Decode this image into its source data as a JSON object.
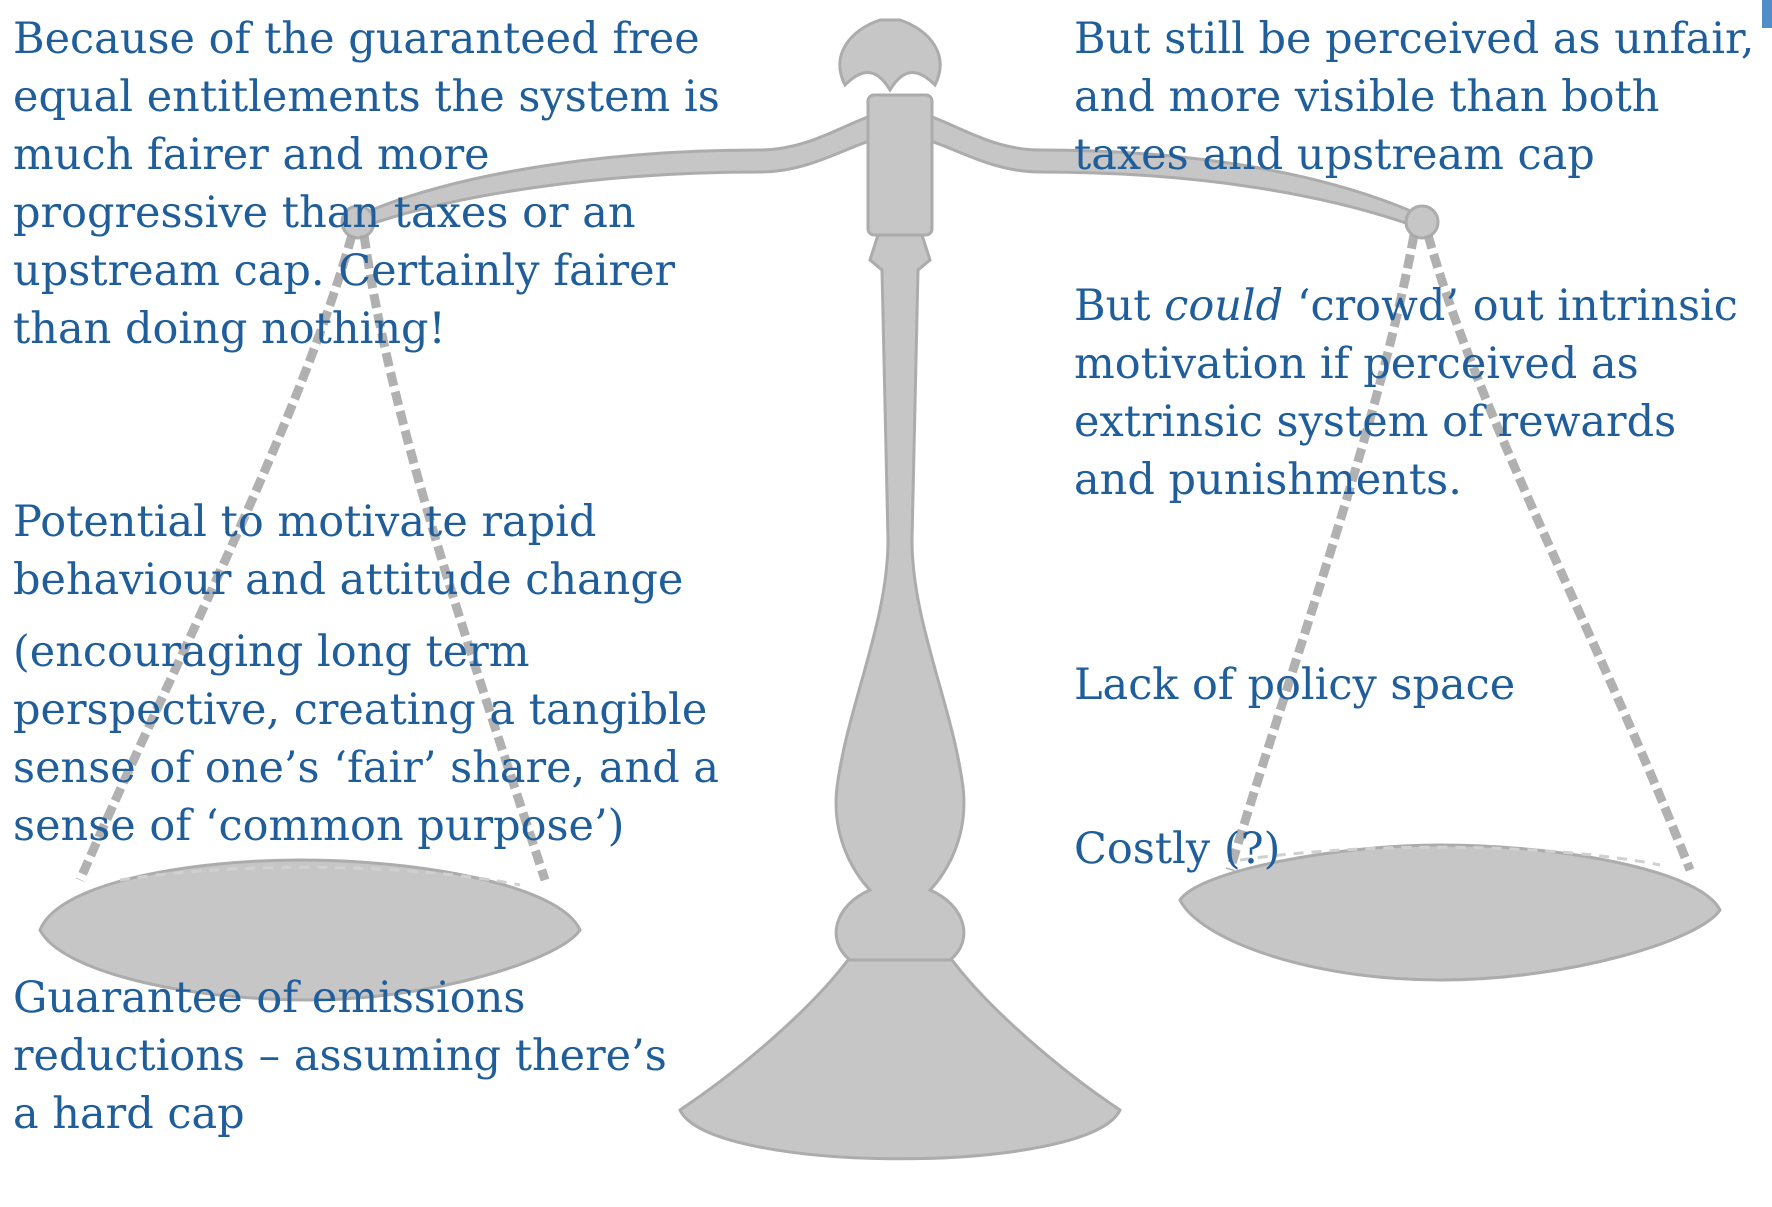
{
  "left_column": {
    "fairness": [
      "Because of the guaranteed free",
      "equal entitlements the system is",
      "much fairer and more",
      "progressive than taxes or an",
      "upstream cap. Certainly fairer",
      "than doing nothing!"
    ],
    "motivation": [
      "Potential to motivate rapid",
      "behaviour and attitude change"
    ],
    "motivation_detail": [
      "(encouraging long term",
      "perspective, creating a tangible",
      "sense of one’s ‘fair’ share, and a",
      "sense of ‘common purpose’)"
    ],
    "guarantee": [
      "Guarantee of emissions",
      "reductions – assuming there’s",
      "a hard cap"
    ]
  },
  "right_column": {
    "perception": [
      "But still be perceived as unfair,",
      "and more visible than both",
      "taxes and upstream cap"
    ],
    "crowding": {
      "line1_prefix": "But ",
      "line1_emphasis": "could",
      "line1_suffix": " ‘crowd’ out intrinsic",
      "rest": [
        "motivation if perceived as",
        "extrinsic system of rewards",
        "and punishments."
      ]
    },
    "policy_space": "Lack of policy space",
    "cost": "Costly (?)"
  },
  "colors": {
    "text": "#1f5e9a",
    "illustration": "#b5b5b5",
    "illustration_dark": "#9a9a9a",
    "accent_tab": "#4f8ec9"
  },
  "illustration": {
    "icon": "balance-scale-icon"
  }
}
